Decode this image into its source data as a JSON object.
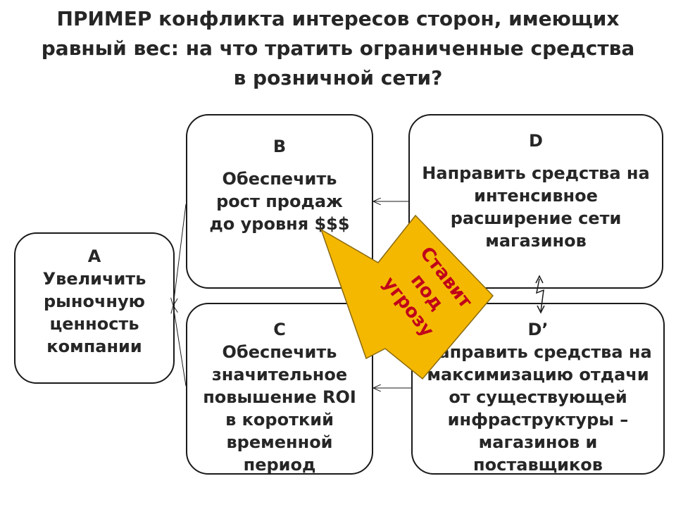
{
  "title": {
    "line1": "ПРИМЕР конфликта интересов сторон, имеющих",
    "line2": "равный вес: на что тратить ограниченные средства",
    "line3": "в розничной сети?"
  },
  "boxes": {
    "a": {
      "letter": "A",
      "lines": [
        "Увеличить",
        "рыночную",
        "ценность",
        "компании"
      ]
    },
    "b": {
      "letter": "B",
      "lines": [
        "Обеспечить",
        "рост продаж",
        "до уровня $$$"
      ]
    },
    "c": {
      "letter": "C",
      "lines": [
        "Обеспечить",
        "значительное",
        "повышение ROI",
        "в короткий",
        "временной",
        "период"
      ]
    },
    "d": {
      "letter": "D",
      "lines": [
        "Направить средства на",
        "интенсивное",
        "расширение сети",
        "магазинов"
      ]
    },
    "d2": {
      "letter": "D’",
      "lines": [
        "Направить средства на",
        "максимизацию отдачи",
        "от существующей",
        "инфраструктуры –",
        "магазинов и",
        "поставщиков"
      ]
    }
  },
  "callout": {
    "lines": [
      "Ставит",
      "под",
      "угрозу"
    ]
  },
  "colors": {
    "callout_fill": "#f5b800",
    "callout_text": "#c0001a",
    "border": "#1a1a1a"
  }
}
